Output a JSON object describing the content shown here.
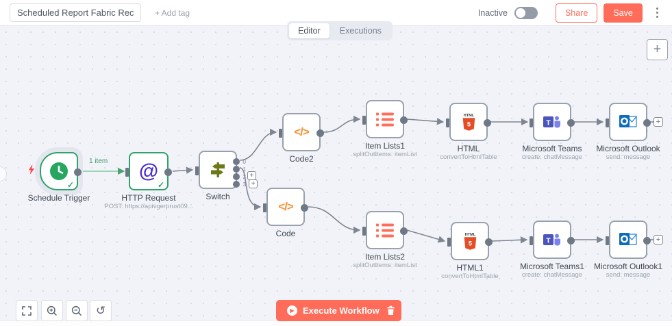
{
  "header": {
    "workflow_title": "Scheduled Report Fabric Received",
    "add_tag": "+ Add tag",
    "activation": {
      "label": "Inactive",
      "enabled": false
    },
    "share": "Share",
    "save": "Save"
  },
  "tabs": {
    "editor": "Editor",
    "executions": "Executions",
    "active": "Editor"
  },
  "canvas": {
    "connection_label": "1 item",
    "switch_output_labels": [
      "0",
      "1",
      "2",
      "3"
    ],
    "nodes": [
      {
        "label": "Schedule Trigger",
        "sublabel": "",
        "icon": "clock-icon",
        "status": "success",
        "type": "trigger"
      },
      {
        "label": "HTTP Request",
        "sublabel": "POST: https://apivgerprust09...",
        "icon": "at-sign-icon",
        "status": "success"
      },
      {
        "label": "Switch",
        "sublabel": "",
        "icon": "signpost-icon",
        "outputs": [
          "0",
          "1",
          "2",
          "3"
        ]
      },
      {
        "label": "Code2",
        "sublabel": "",
        "icon": "code-icon"
      },
      {
        "label": "Code",
        "sublabel": "",
        "icon": "code-icon"
      },
      {
        "label": "Item Lists1",
        "sublabel": "splitOutItems: itemList",
        "icon": "list-icon"
      },
      {
        "label": "HTML",
        "sublabel": "convertToHtmlTable",
        "icon": "html5-icon"
      },
      {
        "label": "Microsoft Teams",
        "sublabel": "create: chatMessage",
        "icon": "teams-icon"
      },
      {
        "label": "Microsoft Outlook",
        "sublabel": "send: message",
        "icon": "outlook-icon"
      },
      {
        "label": "Item Lists2",
        "sublabel": "splitOutItems: itemList",
        "icon": "list-icon"
      },
      {
        "label": "HTML1",
        "sublabel": "convertToHtmlTable",
        "icon": "html5-icon"
      },
      {
        "label": "Microsoft Teams1",
        "sublabel": "create: chatMessage",
        "icon": "teams-icon"
      },
      {
        "label": "Microsoft Outlook1",
        "sublabel": "send: message",
        "icon": "outlook-icon"
      }
    ]
  },
  "controls": {
    "execute": "Execute Workflow"
  },
  "colors": {
    "accent": "#ff6d5a",
    "success": "#2fa36b",
    "wire": "#7f8691",
    "wire_success": "#7ec99e",
    "canvas_bg": "#f2f3f8",
    "node_border": "#98a1ad"
  }
}
